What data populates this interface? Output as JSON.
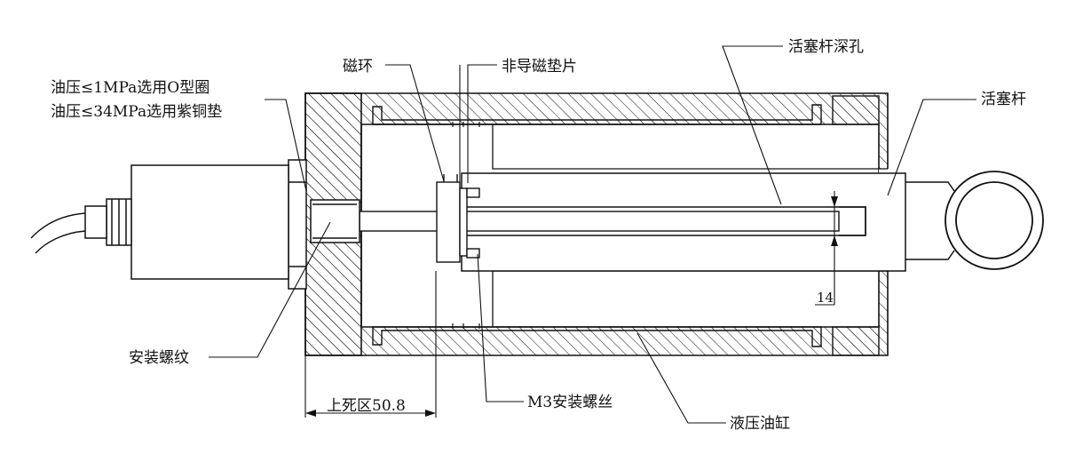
{
  "labels": {
    "oil_pressure_1": "油压≤1MPa选用O型圈",
    "oil_pressure_2": "油压≤34MPa选用紫铜垫",
    "magnetic_ring": "磁环",
    "non_magnetic_shim": "非导磁垫片",
    "piston_rod_deep_hole": "活塞杆深孔",
    "piston_rod": "活塞杆",
    "mounting_thread": "安装螺纹",
    "top_dead_zone": "上死区50.8",
    "m3_mounting_screw": "M3安装螺丝",
    "hydraulic_cylinder": "液压油缸",
    "hole_depth_dim": "14"
  },
  "colors": {
    "line": "#111111",
    "background": "#ffffff"
  }
}
